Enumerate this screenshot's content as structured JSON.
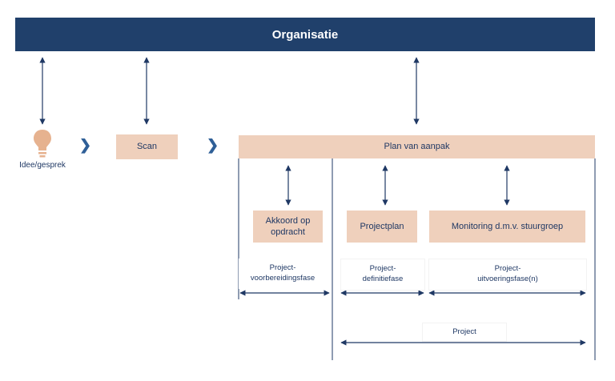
{
  "header": {
    "title": "Organisatie"
  },
  "start": {
    "label": "Idee/gesprek",
    "icon": "lightbulb-icon"
  },
  "scan": {
    "label": "Scan"
  },
  "plan": {
    "label": "Plan van aanpak"
  },
  "boxes": {
    "akkoord": "Akkoord op opdracht",
    "projectplan": "Projectplan",
    "monitoring": "Monitoring d.m.v. stuurgroep"
  },
  "phases": {
    "voorbereiding_1": "Project-",
    "voorbereiding_2": "voorbereidingsfase",
    "definitie_1": "Project-",
    "definitie_2": "definitiefase",
    "uitvoering_1": "Project-",
    "uitvoering_2": "uitvoeringsfase(n)"
  },
  "project": {
    "label": "Project"
  },
  "colors": {
    "navy": "#20406b",
    "peach": "#efd0bc",
    "chevron": "#2f5f97",
    "bulb": "#e6b28f"
  }
}
